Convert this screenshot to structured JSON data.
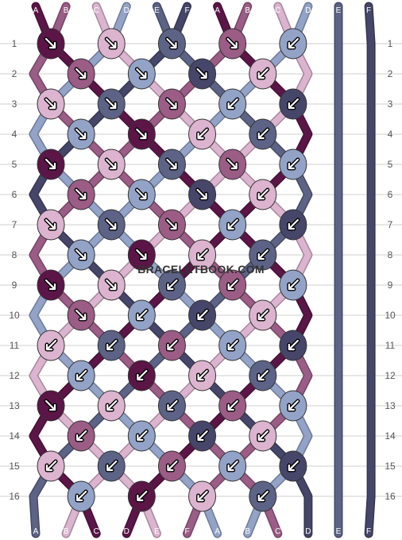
{
  "watermark": "BRACELETBOOK.COM",
  "colors": {
    "A": "#5b1547",
    "B": "#9b5c86",
    "C": "#dcb4cf",
    "D": "#93a3c8",
    "E": "#5c6386",
    "F": "#46466a"
  },
  "grid_color": "#cfcfcf",
  "columns": {
    "top": [
      "A",
      "B",
      "C",
      "D",
      "E",
      "F",
      "A",
      "B",
      "C",
      "D",
      "E",
      "F"
    ],
    "bottom": [
      "A",
      "B",
      "C",
      "D",
      "E",
      "F",
      "A",
      "B",
      "C",
      "D",
      "E",
      "F"
    ]
  },
  "rows": [
    "1",
    "2",
    "3",
    "4",
    "5",
    "6",
    "7",
    "8",
    "9",
    "10",
    "11",
    "12",
    "13",
    "14",
    "15",
    "16"
  ],
  "knots": [
    [
      {
        "c": "A",
        "d": "se"
      },
      {
        "c": "C",
        "d": "se"
      },
      {
        "c": "E",
        "d": "se"
      },
      {
        "c": "B",
        "d": "se"
      },
      {
        "c": "D",
        "d": "sw"
      }
    ],
    [
      {
        "c": "B",
        "d": "se"
      },
      {
        "c": "D",
        "d": "se"
      },
      {
        "c": "F",
        "d": "se"
      },
      {
        "c": "C",
        "d": "sw"
      }
    ],
    [
      {
        "c": "C",
        "d": "se"
      },
      {
        "c": "E",
        "d": "se"
      },
      {
        "c": "B",
        "d": "se"
      },
      {
        "c": "D",
        "d": "sw"
      },
      {
        "c": "F",
        "d": "sw"
      }
    ],
    [
      {
        "c": "D",
        "d": "se"
      },
      {
        "c": "A",
        "d": "se"
      },
      {
        "c": "C",
        "d": "sw"
      },
      {
        "c": "E",
        "d": "sw"
      }
    ],
    [
      {
        "c": "A",
        "d": "se"
      },
      {
        "c": "C",
        "d": "se"
      },
      {
        "c": "E",
        "d": "se"
      },
      {
        "c": "B",
        "d": "se"
      },
      {
        "c": "D",
        "d": "sw"
      }
    ],
    [
      {
        "c": "B",
        "d": "se"
      },
      {
        "c": "D",
        "d": "se"
      },
      {
        "c": "F",
        "d": "se"
      },
      {
        "c": "C",
        "d": "sw"
      }
    ],
    [
      {
        "c": "C",
        "d": "se"
      },
      {
        "c": "E",
        "d": "se"
      },
      {
        "c": "B",
        "d": "se"
      },
      {
        "c": "D",
        "d": "sw"
      },
      {
        "c": "F",
        "d": "sw"
      }
    ],
    [
      {
        "c": "D",
        "d": "se"
      },
      {
        "c": "A",
        "d": "se"
      },
      {
        "c": "C",
        "d": "sw"
      },
      {
        "c": "E",
        "d": "sw"
      }
    ],
    [
      {
        "c": "A",
        "d": "se"
      },
      {
        "c": "C",
        "d": "se"
      },
      {
        "c": "E",
        "d": "sw"
      },
      {
        "c": "B",
        "d": "sw"
      },
      {
        "c": "D",
        "d": "sw"
      }
    ],
    [
      {
        "c": "B",
        "d": "se"
      },
      {
        "c": "D",
        "d": "sw"
      },
      {
        "c": "F",
        "d": "sw"
      },
      {
        "c": "C",
        "d": "sw"
      }
    ],
    [
      {
        "c": "C",
        "d": "sw"
      },
      {
        "c": "E",
        "d": "sw"
      },
      {
        "c": "B",
        "d": "sw"
      },
      {
        "c": "D",
        "d": "sw"
      },
      {
        "c": "F",
        "d": "sw"
      }
    ],
    [
      {
        "c": "D",
        "d": "sw"
      },
      {
        "c": "A",
        "d": "sw"
      },
      {
        "c": "C",
        "d": "sw"
      },
      {
        "c": "E",
        "d": "sw"
      }
    ],
    [
      {
        "c": "A",
        "d": "se"
      },
      {
        "c": "C",
        "d": "sw"
      },
      {
        "c": "E",
        "d": "sw"
      },
      {
        "c": "B",
        "d": "sw"
      },
      {
        "c": "D",
        "d": "sw"
      }
    ],
    [
      {
        "c": "B",
        "d": "sw"
      },
      {
        "c": "D",
        "d": "sw"
      },
      {
        "c": "F",
        "d": "sw"
      },
      {
        "c": "C",
        "d": "sw"
      }
    ],
    [
      {
        "c": "C",
        "d": "sw"
      },
      {
        "c": "E",
        "d": "sw"
      },
      {
        "c": "B",
        "d": "sw"
      },
      {
        "c": "D",
        "d": "sw"
      },
      {
        "c": "F",
        "d": "sw"
      }
    ],
    [
      {
        "c": "D",
        "d": "sw"
      },
      {
        "c": "A",
        "d": "sw"
      },
      {
        "c": "C",
        "d": "sw"
      },
      {
        "c": "E",
        "d": "sw"
      }
    ]
  ]
}
